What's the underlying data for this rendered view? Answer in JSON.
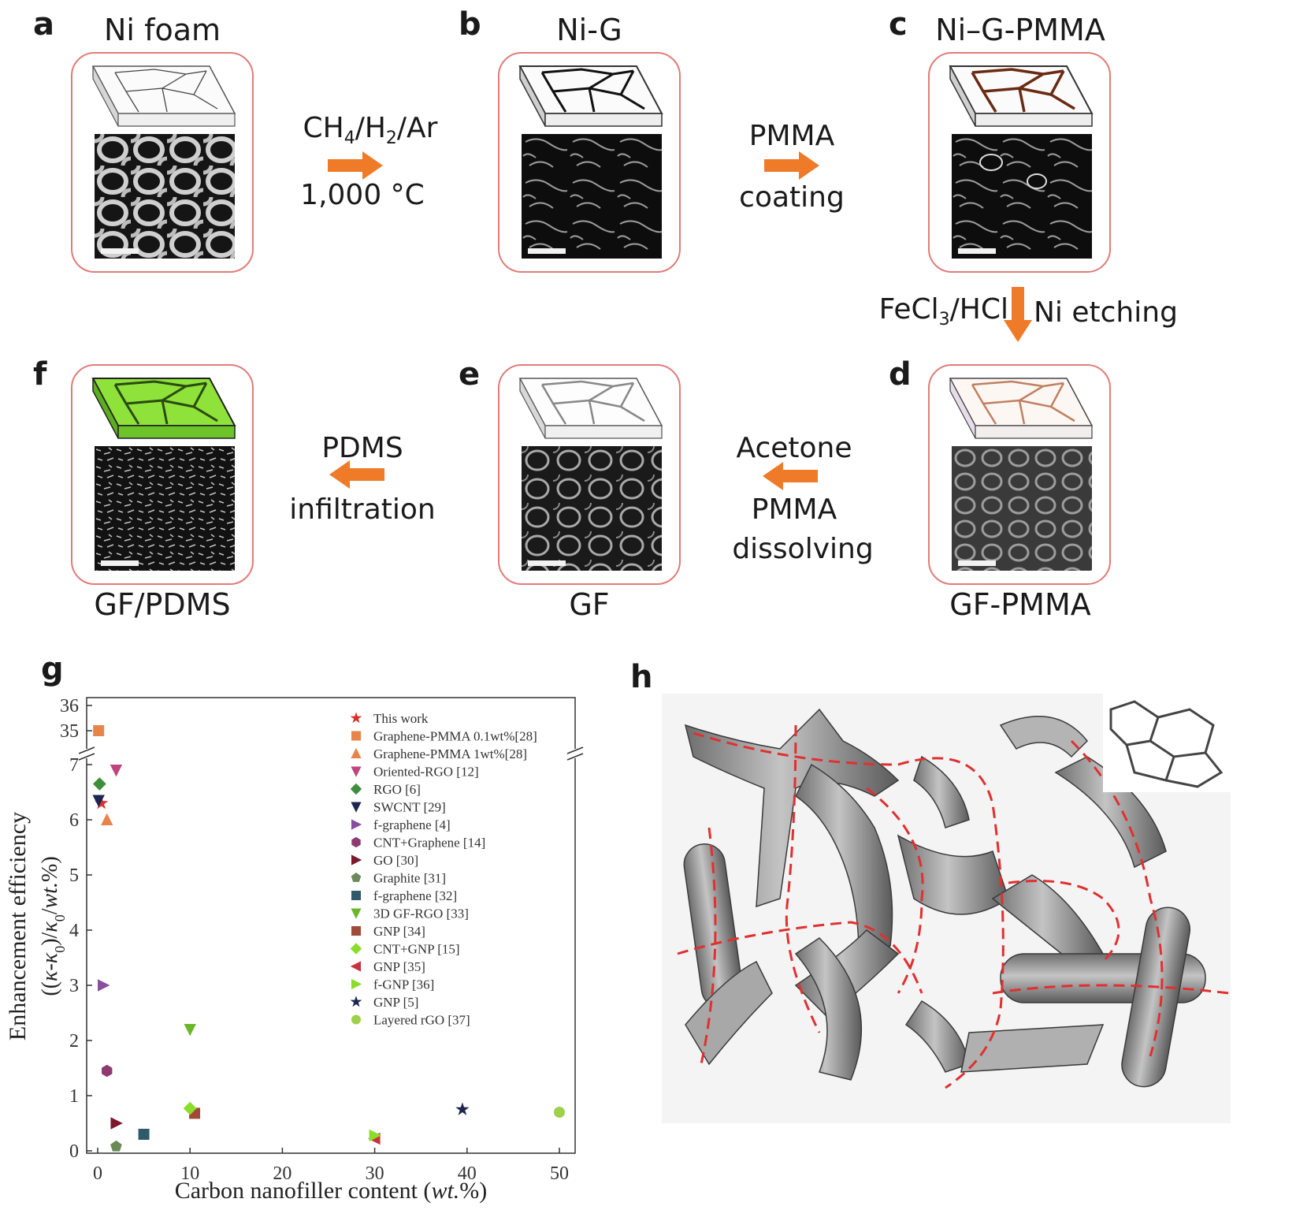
{
  "panels": {
    "a": {
      "letter": "a",
      "title": "Ni foam"
    },
    "b": {
      "letter": "b",
      "title": "Ni-G"
    },
    "c": {
      "letter": "c",
      "title": "Ni–G-PMMA"
    },
    "d": {
      "letter": "d",
      "title": "GF-PMMA"
    },
    "e": {
      "letter": "e",
      "title": "GF"
    },
    "f": {
      "letter": "f",
      "title": "GF/PDMS"
    },
    "g": {
      "letter": "g"
    },
    "h": {
      "letter": "h"
    }
  },
  "steps": {
    "ab": {
      "formula_parts": [
        "CH",
        "4",
        "/H",
        "2",
        "/Ar"
      ],
      "line2": "1,000 °C"
    },
    "bc": {
      "line1": "PMMA",
      "line2": "coating"
    },
    "cd": {
      "left_parts": [
        "FeCl",
        "3",
        "/HCl"
      ],
      "right": "Ni etching"
    },
    "de": {
      "line1": "Acetone",
      "line2": "PMMA",
      "line3": "dissolving"
    },
    "ef": {
      "line1": "PDMS",
      "line2": "infiltration"
    }
  },
  "colors": {
    "arrow": "#ef7a28",
    "card_border": "#e07c78",
    "pdms": "#8ee23a",
    "red_dash": "#e03030"
  },
  "chart_data": {
    "type": "scatter",
    "xlabel_parts": [
      "Carbon nanofiller content (",
      "wt.",
      "%)"
    ],
    "ylabel_line1": "Enhancement efficiency",
    "ylabel_line2_parts": [
      "((",
      "κ-κ",
      "0",
      ")/",
      "κ",
      "0",
      "/",
      "wt.",
      "%)"
    ],
    "xlim": [
      0,
      50
    ],
    "x_ticks": [
      "0",
      "10",
      "20",
      "30",
      "40",
      "50"
    ],
    "y_lower_ticks": [
      "0",
      "1",
      "2",
      "3",
      "4",
      "5",
      "6",
      "7"
    ],
    "y_upper_ticks": [
      "35",
      "36"
    ],
    "y_break": [
      7.4,
      34.7
    ],
    "series": [
      {
        "name": "This work",
        "marker": "star",
        "color": "#d9302c",
        "points": [
          [
            0.4,
            6.3
          ]
        ]
      },
      {
        "name": "Graphene-PMMA 0.1wt%[28]",
        "marker": "square",
        "color": "#e8844a",
        "points": [
          [
            0.1,
            35
          ]
        ]
      },
      {
        "name": "Graphene-PMMA 1wt%[28]",
        "marker": "tri-up",
        "color": "#e8844a",
        "points": [
          [
            1,
            6
          ]
        ]
      },
      {
        "name": "Oriented-RGO [12]",
        "marker": "tri-down",
        "color": "#c0457d",
        "points": [
          [
            2,
            6.9
          ]
        ]
      },
      {
        "name": "RGO [6]",
        "marker": "diamond",
        "color": "#3d8f3d",
        "points": [
          [
            0.2,
            6.65
          ]
        ]
      },
      {
        "name": "SWCNT [29]",
        "marker": "tri-down",
        "color": "#1e2550",
        "points": [
          [
            0.1,
            6.35
          ]
        ]
      },
      {
        "name": "f-graphene [4]",
        "marker": "tri-right",
        "color": "#8a4ea0",
        "points": [
          [
            0.6,
            3
          ]
        ]
      },
      {
        "name": "CNT+Graphene [14]",
        "marker": "hexagon",
        "color": "#8e3a70",
        "points": [
          [
            1,
            1.45
          ]
        ]
      },
      {
        "name": "GO [30]",
        "marker": "tri-right",
        "color": "#7a1a2a",
        "points": [
          [
            2,
            0.5
          ]
        ]
      },
      {
        "name": "Graphite [31]",
        "marker": "pentagon",
        "color": "#6a8a5a",
        "points": [
          [
            2,
            0.08
          ]
        ]
      },
      {
        "name": "f-graphene [32]",
        "marker": "square",
        "color": "#2f5a6a",
        "points": [
          [
            5,
            0.3
          ]
        ]
      },
      {
        "name": "3D GF-RGO [33]",
        "marker": "tri-down",
        "color": "#6ab82a",
        "points": [
          [
            10,
            2.2
          ]
        ]
      },
      {
        "name": "GNP [34]",
        "marker": "square",
        "color": "#a04a3a",
        "points": [
          [
            10.5,
            0.68
          ]
        ]
      },
      {
        "name": "CNT+GNP [15]",
        "marker": "diamond",
        "color": "#8cdc2a",
        "points": [
          [
            10,
            0.77
          ]
        ]
      },
      {
        "name": "GNP [35]",
        "marker": "tri-left",
        "color": "#c8323c",
        "points": [
          [
            30,
            0.22
          ]
        ]
      },
      {
        "name": "f-GNP [36]",
        "marker": "tri-right",
        "color": "#8cdc2a",
        "points": [
          [
            30,
            0.28
          ]
        ]
      },
      {
        "name": "GNP [5]",
        "marker": "star",
        "color": "#1e2550",
        "points": [
          [
            39.5,
            0.75
          ]
        ]
      },
      {
        "name": "Layered rGO [37]",
        "marker": "circle",
        "color": "#9ed14a",
        "points": [
          [
            50,
            0.7
          ]
        ]
      }
    ]
  }
}
